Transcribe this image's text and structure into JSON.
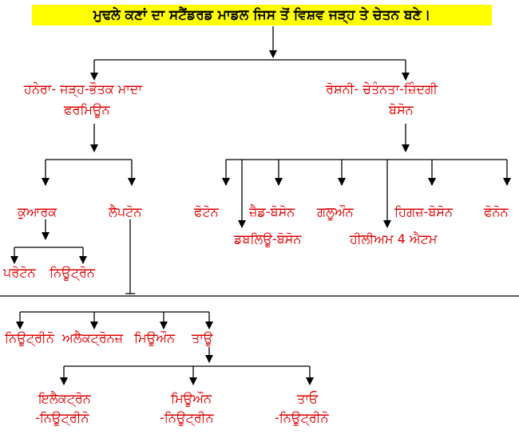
{
  "title": "ਮੁਢਲੇ ਕਣਾਂ ਦਾ ਸਟੈਂਡਰਡ ਮਾਡਲ ਜਿਸ ਤੋਂ ਵਿਸ਼ਵ ਜੜ੍ਹ ਤੇ ਚੇਤਨ ਬਣੇ।",
  "left_branch": {
    "line1": "ਹਨੇਰਾ- ਜੜ੍ਹ-ਭੌਤਕ ਮਾਦਾ",
    "line2": "ਫਰਮਿਊਨ"
  },
  "right_branch": {
    "line1": "ਰੋਸ਼ਨੀ- ਚੇਤੰਨਤਾ-ਜ਼ਿੰਦਗੀ",
    "line2": "ਬੋਸੋਨ"
  },
  "fermions": {
    "quark": "ਕੁਆਰਕ",
    "lepton": "ਲੈਪਟੋਨ"
  },
  "quark_children": {
    "proton": "ਪਰੋਟੋਨ",
    "neutron": "ਨਿਊਟ੍ਰੋਨ"
  },
  "bosons": {
    "photon": "ਫੋਟੋਨ",
    "z_boson": "ਜ਼ੈਡ-ਬੋਸੋਨ",
    "gluon": "ਗਲੂਔਨ",
    "higgs_boson": "ਹਿਗਜ਼-ਬੋਸੋਨ",
    "phonon": "ਫੋਨੋਨ",
    "w_boson": "ਡਬਲਿਊ-ਬੋਸੋਨ",
    "helium4": "ਹੀਲੀਅਮ 4 ਐਟਮ"
  },
  "lepton_row": {
    "neutrino": "ਨਿਊਟ੍ਰੀਨੋ",
    "electron": "ਅਲੈਕਟ੍ਰੋਨਜ਼",
    "muon": "ਮਿਊਔਨ",
    "tau": "ਤਾਊ"
  },
  "neutrino_types": {
    "electron_l1": "ਇਲੈਕਟ੍ਰੋਨ",
    "electron_l2": "-ਨਿਊਟ੍ਰੀਨੋ",
    "muon_l1": "ਮਿਊਔਨ",
    "muon_l2": "-ਨਿਊਟ੍ਰੀਨ",
    "tau_l1": "ਤਾਓ",
    "tau_l2": "-ਨਿਊਟ੍ਰੀਨੋ"
  },
  "colors": {
    "label": "#e00000",
    "line": "#000000",
    "title_bg": "#ffff00"
  }
}
